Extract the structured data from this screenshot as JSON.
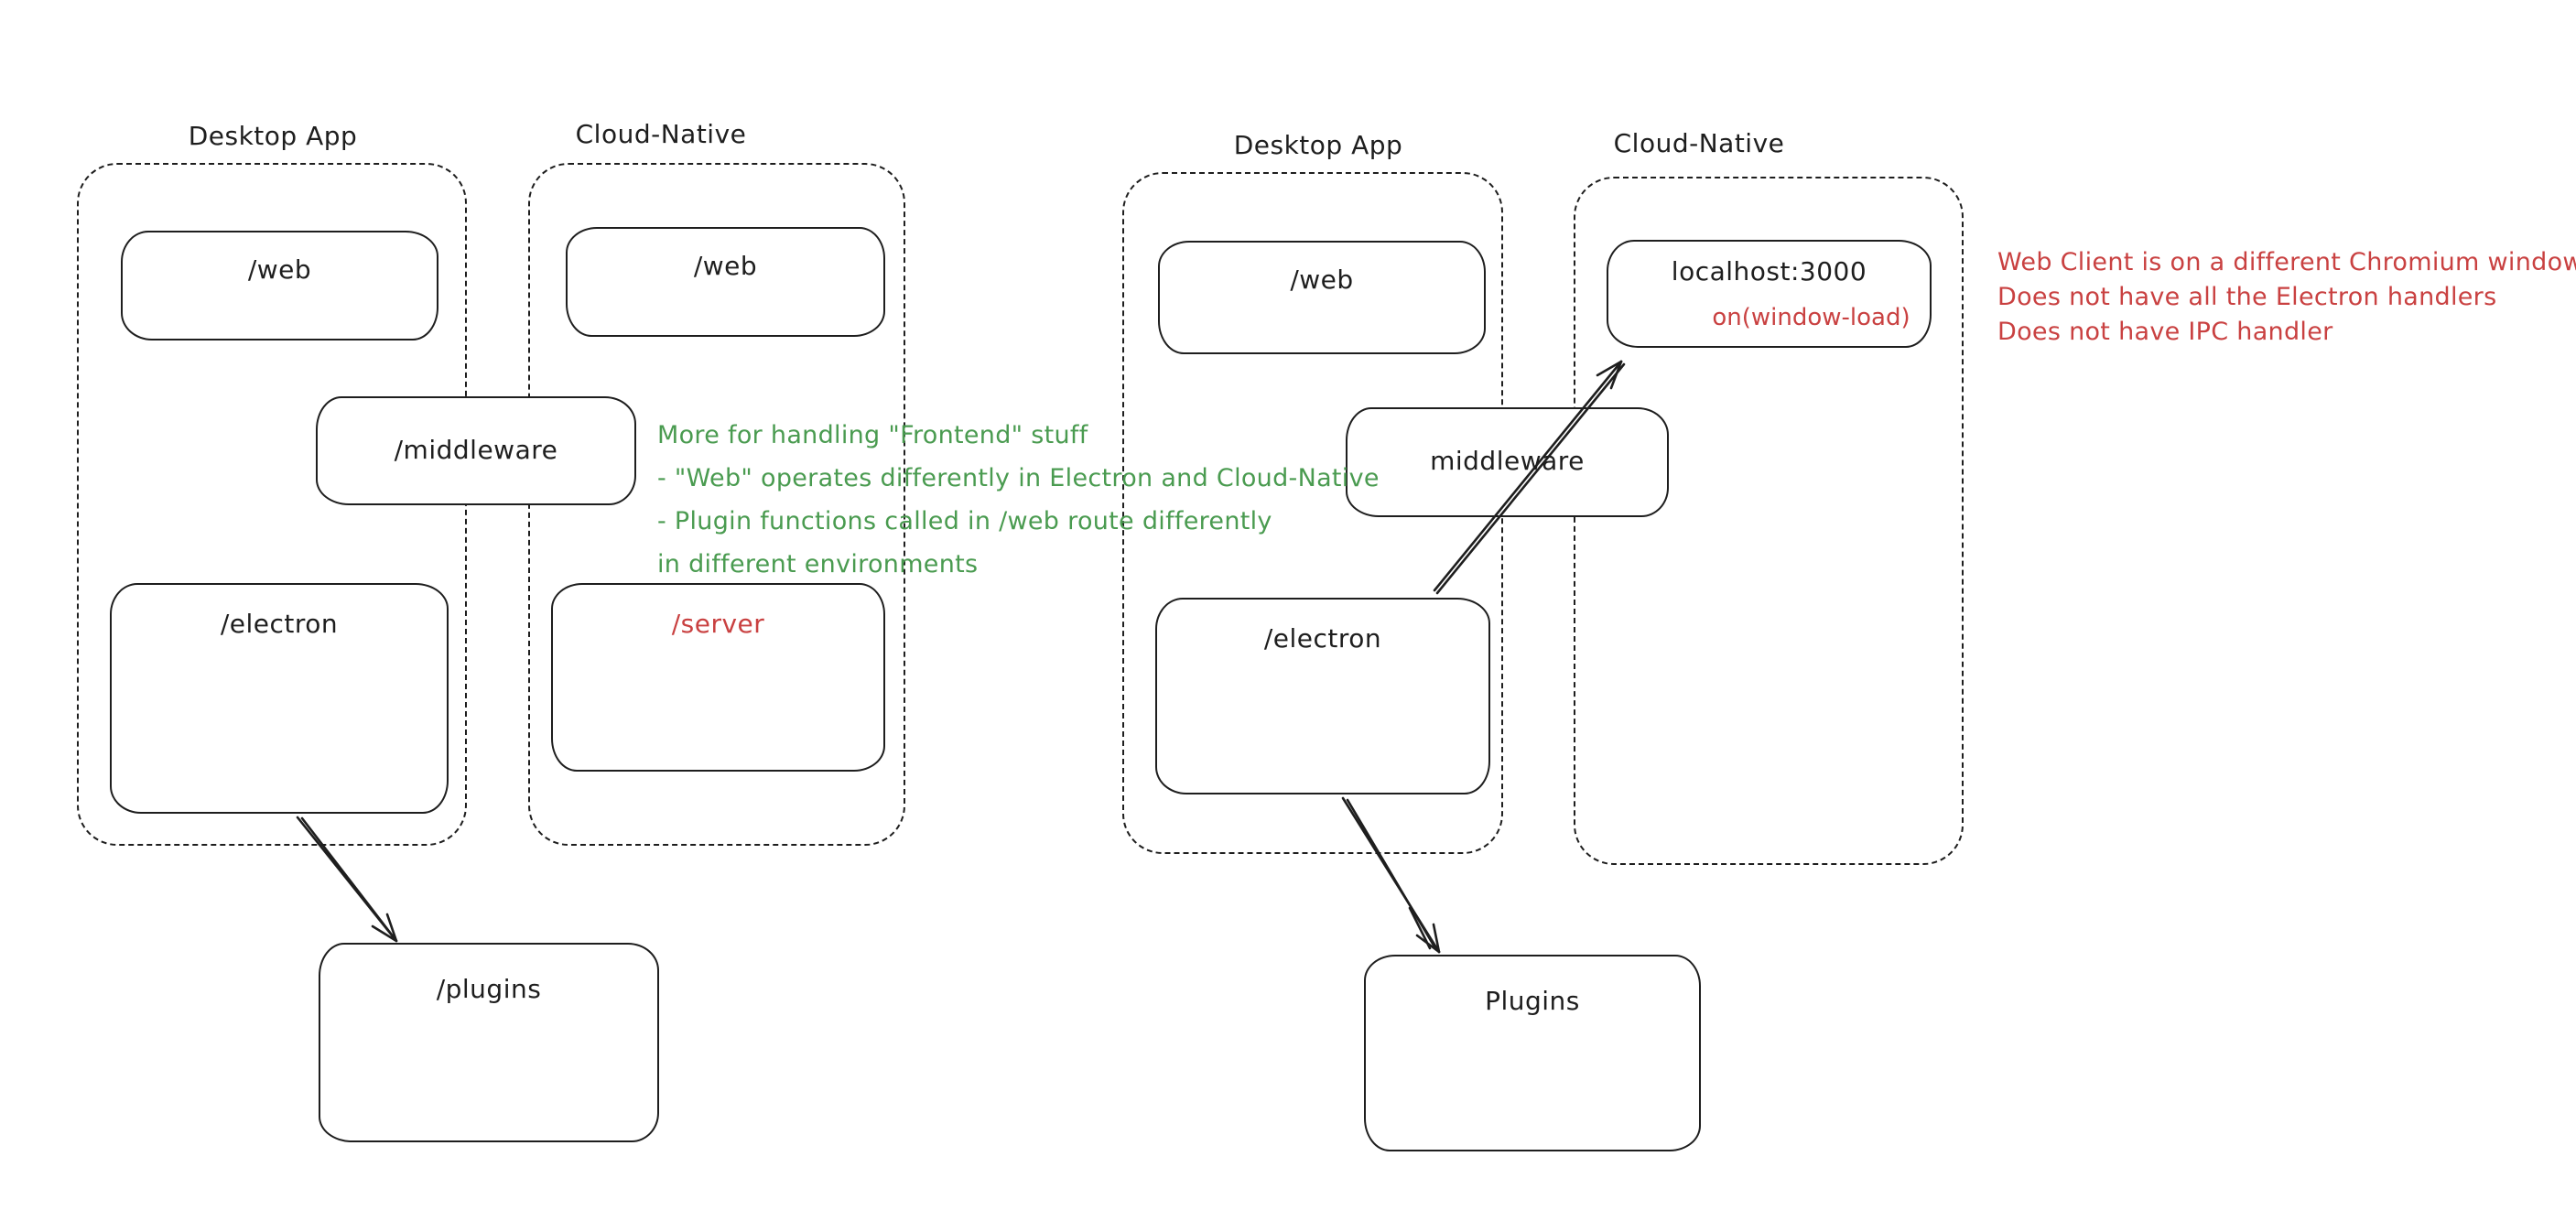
{
  "colors": {
    "ink": "#1e1e1e",
    "green": "#4a9b50",
    "red": "#c94141",
    "bg": "#ffffff"
  },
  "diagram_left": {
    "container_desktop": {
      "label": "Desktop App"
    },
    "container_cloud": {
      "label": "Cloud-Native"
    },
    "box_web_desktop": {
      "label": "/web"
    },
    "box_web_cloud": {
      "label": "/web"
    },
    "box_middleware": {
      "label": "/middleware"
    },
    "box_electron": {
      "label": "/electron"
    },
    "box_server": {
      "label": "/server"
    },
    "box_plugins": {
      "label": "/plugins"
    },
    "note_green": {
      "line1": "More for handling \"Frontend\" stuff",
      "line2": "- \"Web\" operates differently in Electron and Cloud-Native",
      "line3": "- Plugin functions called in /web route differently",
      "line4": "in different environments"
    }
  },
  "diagram_right": {
    "container_desktop": {
      "label": "Desktop App"
    },
    "container_cloud": {
      "label": "Cloud-Native"
    },
    "box_web": {
      "label": "/web"
    },
    "box_localhost": {
      "label": "localhost:3000",
      "sublabel": "on(window-load)"
    },
    "box_middleware": {
      "label": "middleware"
    },
    "box_electron": {
      "label": "/electron"
    },
    "box_plugins": {
      "label": "Plugins"
    },
    "note_red": {
      "line1": "Web Client is on a different Chromium window",
      "line2": "Does not have all the Electron handlers",
      "line3": "Does not have IPC handler"
    }
  }
}
